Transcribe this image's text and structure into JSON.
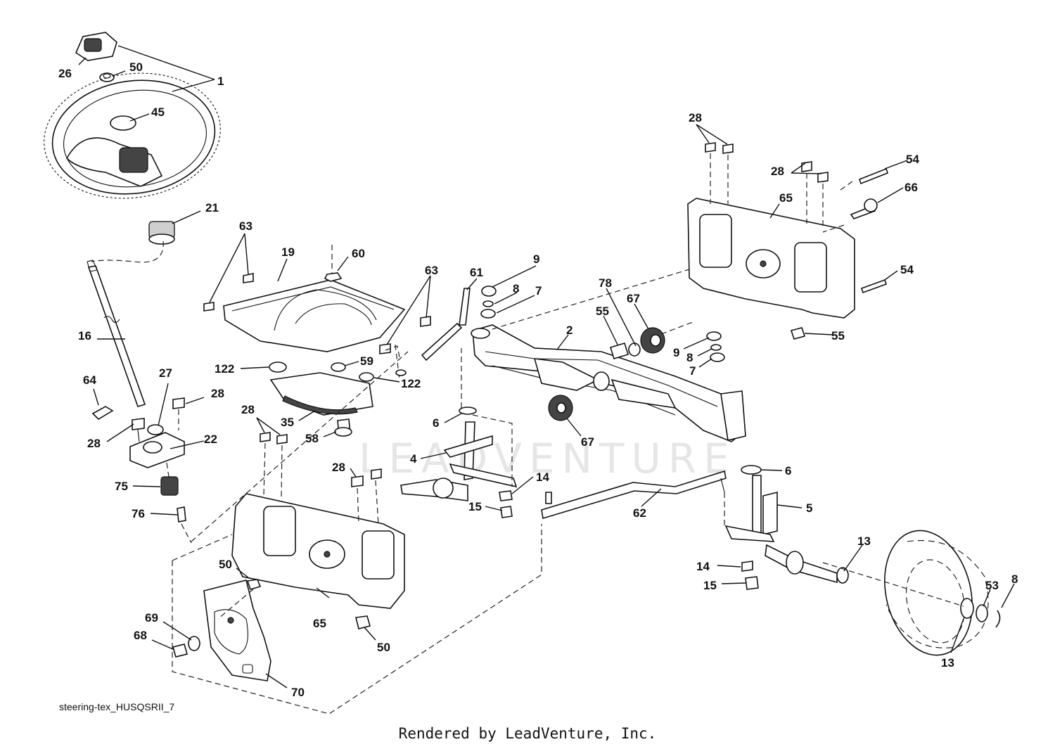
{
  "diagram": {
    "id_label": "steering-tex_HUSQSRII_7",
    "watermark": "LEADVENTURE",
    "credit": "Rendered by LeadVenture, Inc.",
    "callouts": [
      "26",
      "50",
      "1",
      "45",
      "21",
      "63",
      "19",
      "60",
      "63",
      "61",
      "9",
      "8",
      "7",
      "16",
      "122",
      "59",
      "122",
      "64",
      "27",
      "28",
      "35",
      "58",
      "28",
      "22",
      "28",
      "6",
      "4",
      "75",
      "76",
      "28",
      "14",
      "15",
      "50",
      "65",
      "50",
      "69",
      "68",
      "70",
      "2",
      "78",
      "55",
      "67",
      "9",
      "8",
      "7",
      "55",
      "67",
      "28",
      "28",
      "54",
      "66",
      "65",
      "54",
      "6",
      "5",
      "62",
      "14",
      "15",
      "13",
      "53",
      "8",
      "13"
    ]
  }
}
